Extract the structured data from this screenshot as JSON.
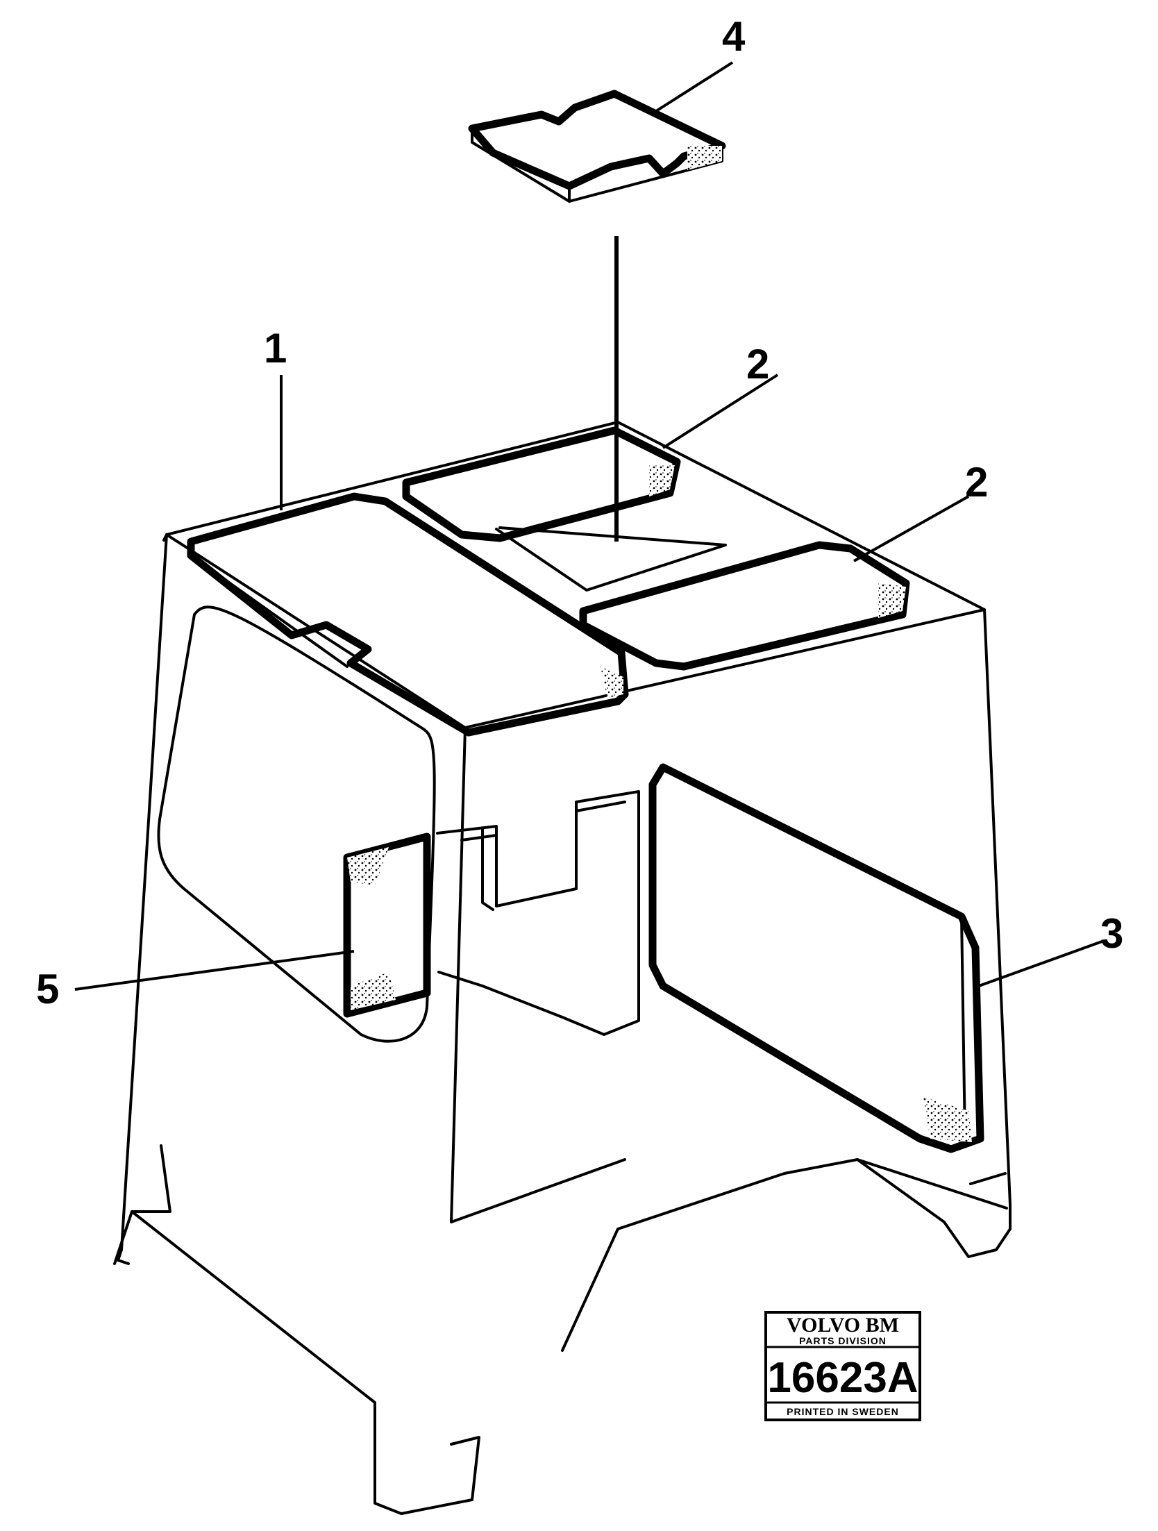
{
  "diagram": {
    "callouts": [
      {
        "id": "1",
        "label": "1"
      },
      {
        "id": "2a",
        "label": "2"
      },
      {
        "id": "2b",
        "label": "2"
      },
      {
        "id": "3",
        "label": "3"
      },
      {
        "id": "4",
        "label": "4"
      },
      {
        "id": "5",
        "label": "5"
      }
    ],
    "stamp": {
      "brand": "VOLVO BM",
      "division": "PARTS DIVISION",
      "number": "16623A",
      "printed": "PRINTED IN SWEDEN"
    }
  }
}
